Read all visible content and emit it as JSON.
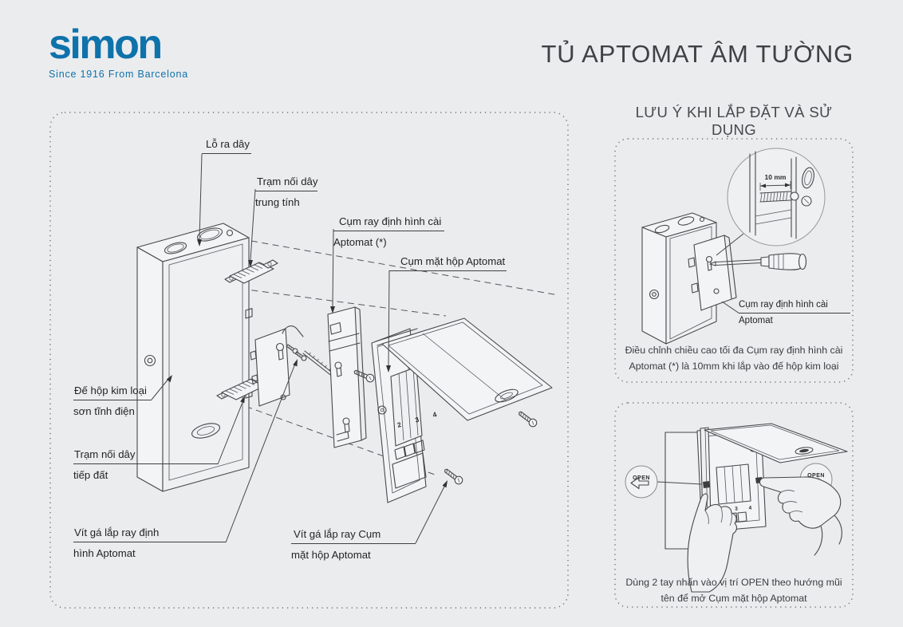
{
  "header": {
    "logo_text": "simon",
    "logo_tagline": "Since 1916 From Barcelona",
    "title": "TỦ APTOMAT ÂM TƯỜNG"
  },
  "notes": {
    "heading": "LƯU Ý KHI LẮP ĐẶT VÀ SỬ DỤNG",
    "note1": {
      "dimension_label": "10 mm",
      "part_label_line1": "Cụm ray định hình cài",
      "part_label_line2": "Aptomat",
      "caption_line1": "Điều chỉnh chiều cao tối đa Cụm ray định hình cài",
      "caption_line2": "Aptomat (*) là 10mm khi lắp vào đế hộp kim loại"
    },
    "note2": {
      "open_label_left": "OPEN",
      "open_label_right": "OPEN",
      "breaker_numbers": "2 3 4",
      "caption_line1": "Dùng 2 tay nhấn vào vị trí OPEN theo hướng mũi",
      "caption_line2": "tên để mở Cụm mặt hộp Aptomat"
    }
  },
  "diagram": {
    "breaker_numbers": "2 3 4",
    "labels": {
      "wire_outlet": "Lỗ ra dây",
      "neutral_terminal_l1": "Trạm nối dây",
      "neutral_terminal_l2": "trung tính",
      "din_rail_l1": "Cụm ray định hình cài",
      "din_rail_l2": "Aptomat (*)",
      "face_box": "Cụm mặt hộp Aptomat",
      "metal_base_l1": "Đế hộp kim loại",
      "metal_base_l2": "sơn tĩnh điện",
      "ground_terminal_l1": "Trạm nối dây",
      "ground_terminal_l2": "tiếp đất",
      "rail_screw_l1": "Vít gá lắp ray định",
      "rail_screw_l2": "hình Aptomat",
      "face_screw_l1": "Vít gá lắp ray Cụm",
      "face_screw_l2": "mặt hộp Aptomat"
    }
  },
  "colors": {
    "brand_blue": "#0e72ab",
    "title_gray": "#3f4144",
    "line_gray": "#47484a",
    "background": "#ebecee"
  }
}
